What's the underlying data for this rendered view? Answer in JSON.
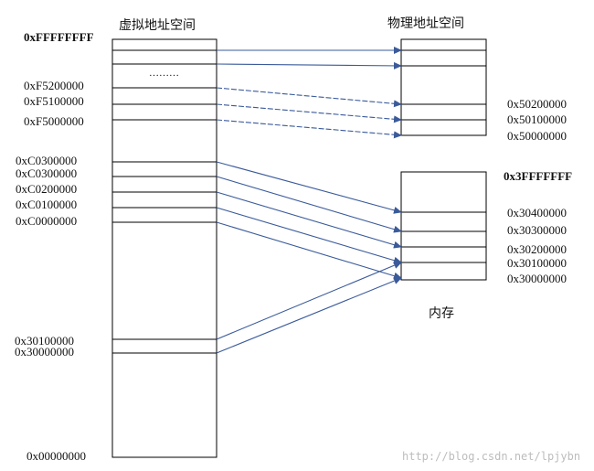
{
  "titles": {
    "virtual": "虚拟地址空间",
    "physical": "物理地址空间",
    "memory": "内存"
  },
  "ellipsis": "………",
  "virtual_labels": [
    "0xFFFFFFFF",
    "0xF5200000",
    "0xF5100000",
    "0xF5000000",
    "0xC0300000",
    "0xC0300000",
    "0xC0200000",
    "0xC0100000",
    "0xC0000000",
    "0x30100000",
    "0x30000000",
    "0x00000000"
  ],
  "phys_top_labels": [
    "0x50200000",
    "0x50100000",
    "0x50000000"
  ],
  "phys_mem_labels": [
    "0x3FFFFFFF",
    "0x30400000",
    "0x30300000",
    "0x30200000",
    "0x30100000",
    "0x30000000"
  ],
  "watermark": "http://blog.csdn.net/lpjybn",
  "colors": {
    "line": "#000000",
    "arrow": "#3a5a9a"
  }
}
